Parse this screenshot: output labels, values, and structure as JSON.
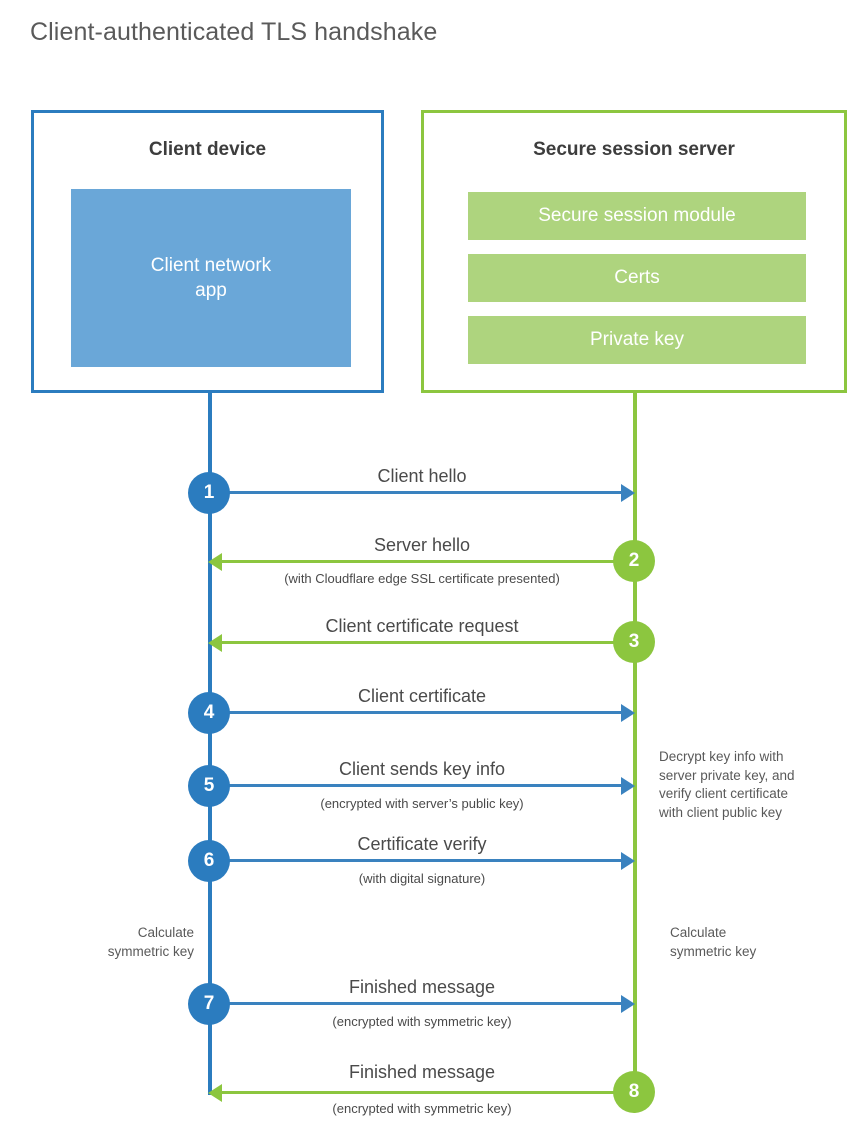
{
  "title": "Client-authenticated TLS handshake",
  "colors": {
    "blue": "#2b7cbf",
    "blue_fill": "#6aa7d8",
    "blue_arrow": "#3a82bf",
    "green": "#8cc63f",
    "green_fill": "#aed47e",
    "text": "#4a4a4a"
  },
  "participants": {
    "client": {
      "title": "Client device",
      "inner_label_line1": "Client network",
      "inner_label_line2": "app"
    },
    "server": {
      "title": "Secure session server",
      "components": [
        "Secure session module",
        "Certs",
        "Private key"
      ]
    }
  },
  "messages": [
    {
      "number": "1",
      "label": "Client hello",
      "sublabel": "",
      "direction": "client-to-server",
      "color": "blue"
    },
    {
      "number": "2",
      "label": "Server hello",
      "sublabel": "(with Cloudflare edge SSL certificate presented)",
      "direction": "server-to-client",
      "color": "green"
    },
    {
      "number": "3",
      "label": "Client certificate request",
      "sublabel": "",
      "direction": "server-to-client",
      "color": "green"
    },
    {
      "number": "4",
      "label": "Client certificate",
      "sublabel": "",
      "direction": "client-to-server",
      "color": "blue"
    },
    {
      "number": "5",
      "label": "Client sends key info",
      "sublabel": "(encrypted with server’s public key)",
      "direction": "client-to-server",
      "color": "blue"
    },
    {
      "number": "6",
      "label": "Certificate verify",
      "sublabel": "(with digital signature)",
      "direction": "client-to-server",
      "color": "blue"
    },
    {
      "number": "7",
      "label": "Finished message",
      "sublabel": "(encrypted with symmetric key)",
      "direction": "client-to-server",
      "color": "blue"
    },
    {
      "number": "8",
      "label": "Finished message",
      "sublabel": "(encrypted with symmetric key)",
      "direction": "server-to-client",
      "color": "green"
    }
  ],
  "notes": {
    "decrypt": {
      "line1": "Decrypt key info with",
      "line2": "server private key, and",
      "line3": "verify client certificate",
      "line4": "with client public key"
    },
    "calculate_left": {
      "line1": "Calculate",
      "line2": "symmetric key"
    },
    "calculate_right": {
      "line1": "Calculate",
      "line2": "symmetric key"
    }
  }
}
